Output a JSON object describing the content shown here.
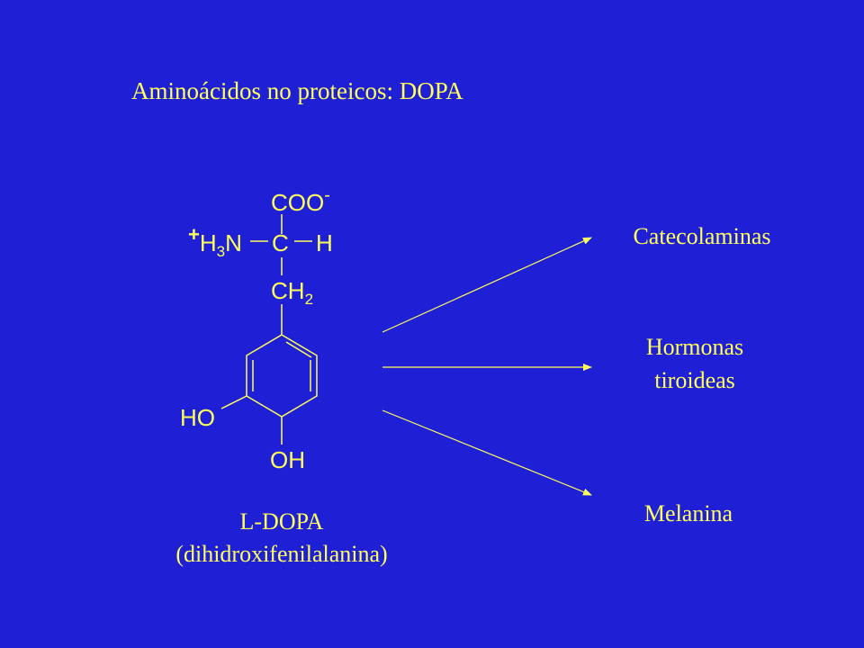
{
  "slide": {
    "title": "Aminoácidos no proteicos: DOPA",
    "colors": {
      "background": "#1f1fd6",
      "foreground": "#ffff5a"
    }
  },
  "molecule": {
    "carboxylate": "COO",
    "carboxylate_charge": "-",
    "amine_charge": "+",
    "amine": "H",
    "amine_sub": "3",
    "amine_n": "N",
    "alpha_carbon": "C",
    "alpha_h": "H",
    "methylene": "CH",
    "methylene_sub": "2",
    "hydroxyl_left": "HO",
    "hydroxyl_bottom": "OH"
  },
  "caption": {
    "line1": "L-DOPA",
    "line2": "(dihidroxifenilalanina)"
  },
  "products": [
    {
      "label": "Catecolaminas"
    },
    {
      "label": "Hormonas",
      "label2": "tiroideas"
    },
    {
      "label": "Melanina"
    }
  ]
}
